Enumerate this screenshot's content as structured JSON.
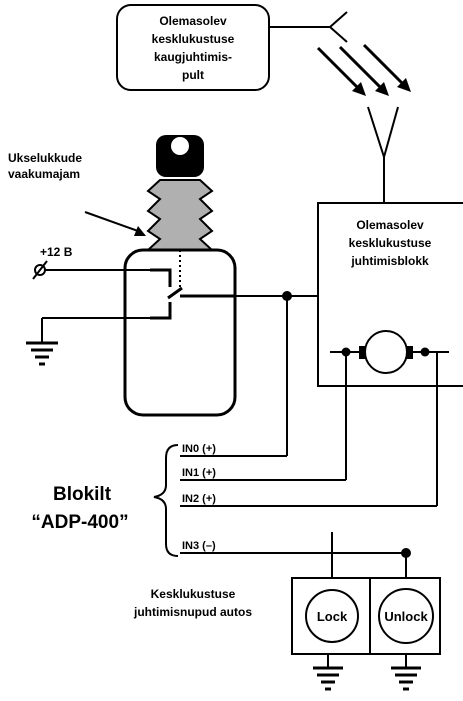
{
  "remote": {
    "lines": [
      "Olemasolev",
      "kesklukustuse",
      "kaugjuhtimis-",
      "pult"
    ]
  },
  "vacuum_label": {
    "lines": [
      "Ukselukkude",
      "vaakumajam"
    ]
  },
  "supply_label": "+12 B",
  "control_unit": {
    "lines": [
      "Olemasolev",
      "kesklukustuse",
      "juhtimisblokk"
    ]
  },
  "inputs": [
    "IN0 (+)",
    "IN1 (+)",
    "IN2 (+)",
    "IN3 (–)"
  ],
  "block": {
    "lines": [
      "Blokilt",
      "“ADP-400”"
    ]
  },
  "buttons_label": {
    "lines": [
      "Kesklukustuse",
      "juhtimisnupud autos"
    ]
  },
  "lock_button": "Lock",
  "unlock_button": "Unlock"
}
